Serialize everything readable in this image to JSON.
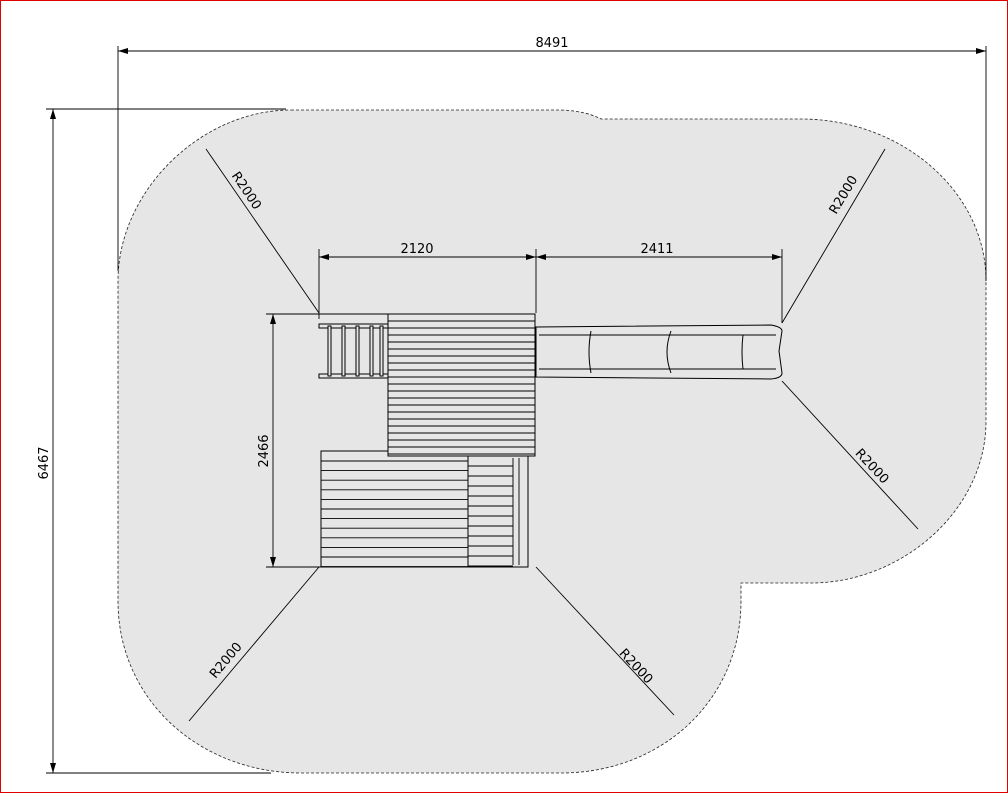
{
  "dimensions": {
    "overall_width": "8491",
    "overall_height": "6467",
    "tower_width": "2120",
    "slide_length": "2411",
    "structure_depth": "2466"
  },
  "radii": {
    "top_left": "R2000",
    "top_right": "R2000",
    "right": "R2000",
    "bottom_left": "R2000",
    "bottom_right": "R2000"
  },
  "colors": {
    "safety_zone": "#e6e6e6",
    "border": "#e00000"
  }
}
